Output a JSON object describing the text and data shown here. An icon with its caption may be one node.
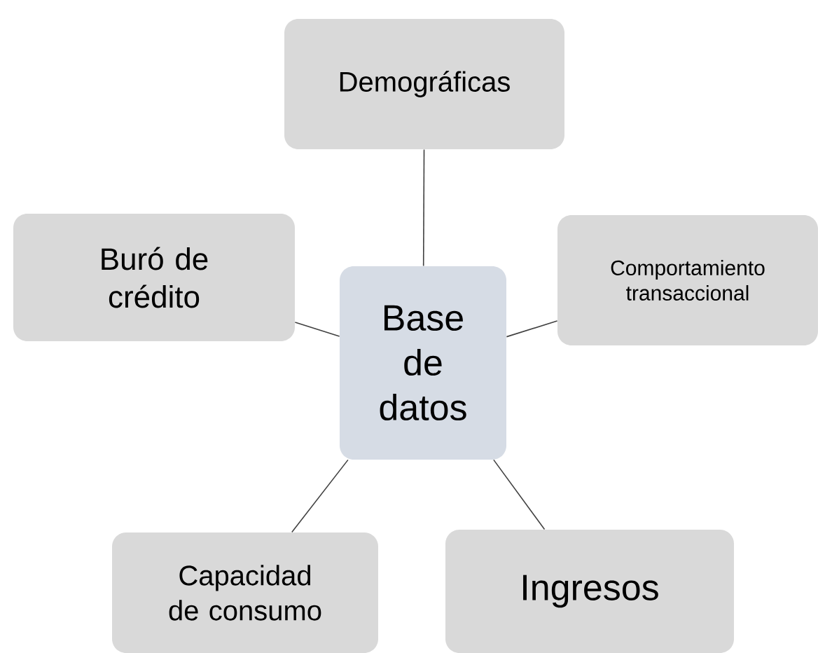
{
  "diagram": {
    "nodes": [
      {
        "text": [
          "Demográficas"
        ]
      },
      {
        "text": [
          "Buró de crédito"
        ]
      },
      {
        "text": [
          "Base de datos"
        ]
      },
      {
        "text": [
          "Comportamiento transaccional"
        ]
      },
      {
        "text": [
          "Capacidad de consumo"
        ]
      },
      {
        "text": [
          "Ingresos"
        ]
      }
    ],
    "edges": [
      {
        "from": 2,
        "to": 0,
        "arrow": "none"
      },
      {
        "from": 2,
        "to": 1,
        "arrow": "none"
      },
      {
        "from": 2,
        "to": 3,
        "arrow": "none"
      },
      {
        "from": 2,
        "to": 4,
        "arrow": "none"
      },
      {
        "from": 2,
        "to": 5,
        "arrow": "none"
      }
    ]
  }
}
